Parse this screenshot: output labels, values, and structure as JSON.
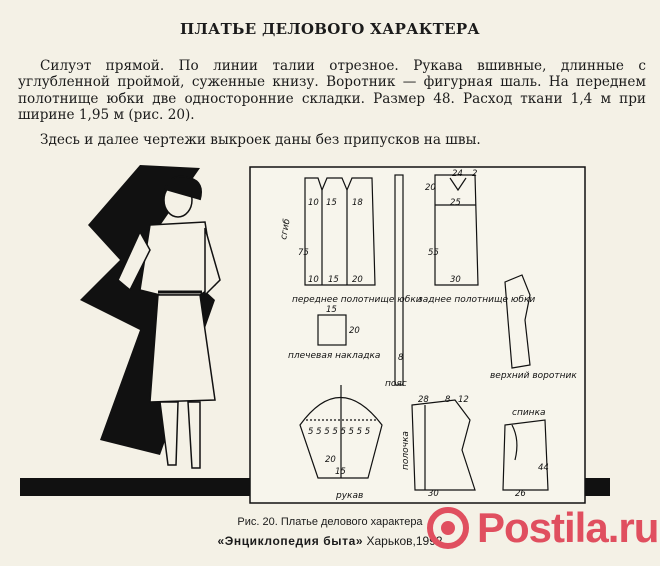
{
  "title": "ПЛАТЬЕ ДЕЛОВОГО ХАРАКТЕРА",
  "paragraph1": "Силуэт прямой. По линии талии отрезное. Рукава вшивные, длинные с углубленной проймой, суженные книзу. Воротник — фигурная шаль. На переднем полотнище юбки две односторонние складки. Размер 48. Расход ткани 1,4 м при ширине 1,95 м (рис. 20).",
  "paragraph2": "Здесь и далее чертежи выкроек даны без припусков на швы.",
  "figure": {
    "labels": {
      "front_panel": "переднее полотнище юбки",
      "back_panel": "заднее полотнище юбки",
      "shoulder_pad": "плечевая накладка",
      "belt": "пояс",
      "collar": "верхний воротник",
      "sleeve": "рукав",
      "shelf": "полочка",
      "back": "спинка",
      "fold": "сгиб"
    },
    "numbers": {
      "front_top": [
        "10",
        "15",
        "18"
      ],
      "front_bottom": [
        "10",
        "15",
        "20"
      ],
      "front_height": "75",
      "back_top": [
        "20",
        "24",
        "2"
      ],
      "back_mid": "25",
      "back_height": "55",
      "back_bottom": "30",
      "pad": [
        "15",
        "20"
      ],
      "belt": "8",
      "sleeve_row": "5 5 5 5 5 5 5 5",
      "sleeve_bottom": "15",
      "sleeve_side": "20",
      "shelf_top": [
        "28",
        "8",
        "12"
      ],
      "shelf_bottom": "30",
      "back_piece_bottom": "26",
      "back_piece_side": "44"
    }
  },
  "caption": "Рис. 20. Платье делового характера",
  "source_bold": "«Энциклопедия быта»",
  "source_rest": " Харьков,1992",
  "watermark": {
    "text": "Postila.ru",
    "color": "#e04f5f"
  }
}
